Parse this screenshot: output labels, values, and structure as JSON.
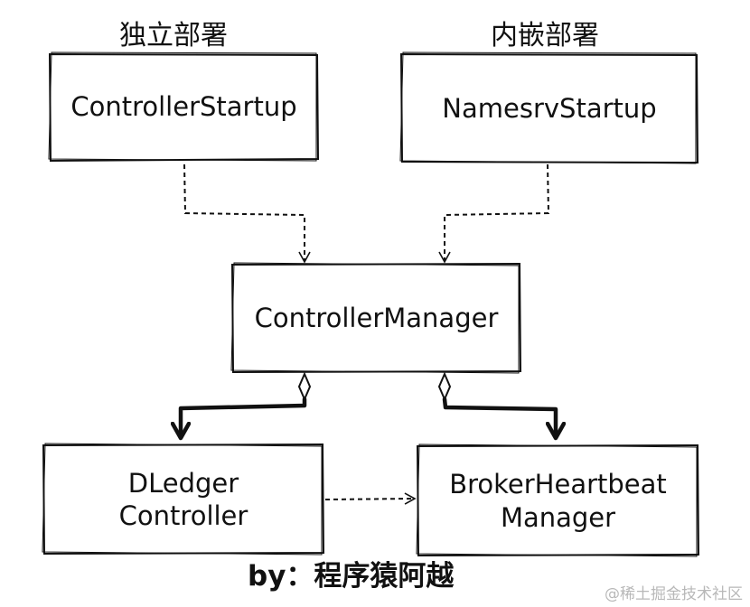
{
  "labels": {
    "standalone": "独立部署",
    "embedded": "内嵌部署"
  },
  "nodes": {
    "controller_startup": "ControllerStartup",
    "namesrv_startup": "NamesrvStartup",
    "controller_manager": "ControllerManager",
    "dledger_controller": "DLedger\nController",
    "broker_heartbeat_manager": "BrokerHeartbeat\nManager"
  },
  "credit": "by：程序猿阿越",
  "watermark": "@稀土掘金技术社区",
  "colors": {
    "ink": "#111111",
    "background": "#ffffff",
    "watermark": "#b8b8b8"
  }
}
